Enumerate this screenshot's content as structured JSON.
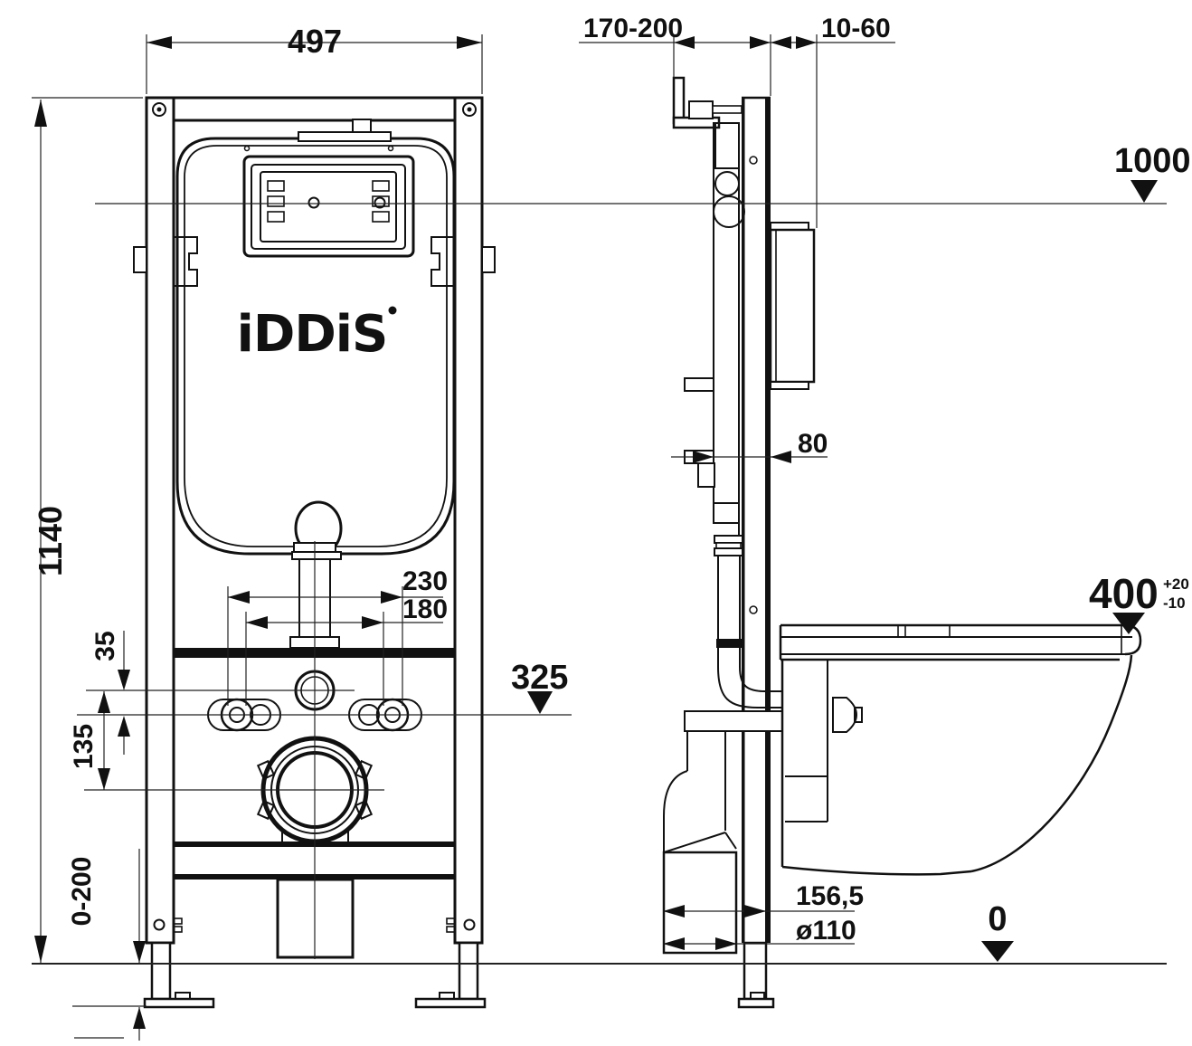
{
  "logo": {
    "brand": "iDDiS"
  },
  "front_view": {
    "dim_width_top": "497",
    "dim_total_height": "1140",
    "dim_inlet_offset": "35",
    "dim_drain_offset": "135",
    "dim_leg_adjust": "0-200",
    "dim_bolt_spacing_wide": "230",
    "dim_bolt_spacing_narrow": "180",
    "level_fixing_bolts": "325"
  },
  "side_view": {
    "dim_bracket_range": "170-200",
    "dim_wall_finish_range": "10-60",
    "level_top": "1000",
    "dim_frame_depth": "80",
    "dim_seat_height": "400",
    "dim_seat_height_tol_plus": "+20",
    "dim_seat_height_tol_minus": "-10",
    "dim_outlet_distance": "156,5",
    "dim_outlet_pipe_diameter": "ø110",
    "level_floor": "0"
  }
}
